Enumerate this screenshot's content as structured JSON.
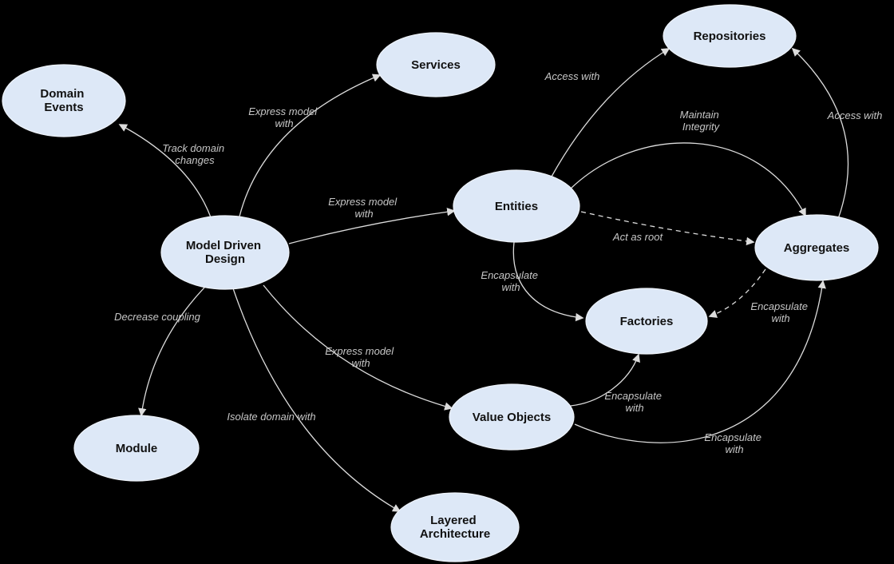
{
  "colors": {
    "background": "#000000",
    "node_fill": "#dde8f7",
    "node_stroke": "#eef3fa",
    "node_text": "#111111",
    "edge_color": "#dcdcdc",
    "edge_label": "#c6c6c6"
  },
  "nodes": {
    "domain_events": {
      "label": "Domain Events",
      "lines": [
        "Domain",
        "Events"
      ]
    },
    "services": {
      "label": "Services",
      "lines": [
        "Services"
      ]
    },
    "repositories": {
      "label": "Repositories",
      "lines": [
        "Repositories"
      ]
    },
    "entities": {
      "label": "Entities",
      "lines": [
        "Entities"
      ]
    },
    "model_driven_design": {
      "label": "Model Driven Design",
      "lines": [
        "Model Driven",
        "Design"
      ]
    },
    "aggregates": {
      "label": "Aggregates",
      "lines": [
        "Aggregates"
      ]
    },
    "factories": {
      "label": "Factories",
      "lines": [
        "Factories"
      ]
    },
    "module": {
      "label": "Module",
      "lines": [
        "Module"
      ]
    },
    "value_objects": {
      "label": "Value Objects",
      "lines": [
        "Value Objects"
      ]
    },
    "layered_architecture": {
      "label": "Layered Architecture",
      "lines": [
        "Layered",
        "Architecture"
      ]
    }
  },
  "edges": {
    "track_domain_changes": {
      "from": "Model Driven Design",
      "to": "Domain Events",
      "label": "Track domain changes",
      "lines": [
        "Track domain",
        "changes"
      ],
      "style": "solid"
    },
    "express_model_services": {
      "from": "Model Driven Design",
      "to": "Services",
      "label": "Express model with",
      "lines": [
        "Express model",
        "with"
      ],
      "style": "solid"
    },
    "express_model_entities": {
      "from": "Model Driven Design",
      "to": "Entities",
      "label": "Express model with",
      "lines": [
        "Express model",
        "with"
      ],
      "style": "solid"
    },
    "express_model_value_objects": {
      "from": "Model Driven Design",
      "to": "Value Objects",
      "label": "Express model with",
      "lines": [
        "Express model",
        "with"
      ],
      "style": "solid"
    },
    "decrease_coupling": {
      "from": "Model Driven Design",
      "to": "Module",
      "label": "Decrease coupling",
      "lines": [
        "Decrease coupling"
      ],
      "style": "solid"
    },
    "isolate_domain": {
      "from": "Model Driven Design",
      "to": "Layered Architecture",
      "label": "Isolate domain with",
      "lines": [
        "Isolate domain with"
      ],
      "style": "solid"
    },
    "access_with_entities": {
      "from": "Entities",
      "to": "Repositories",
      "label": "Access with",
      "lines": [
        "Access with"
      ],
      "style": "solid"
    },
    "maintain_integrity": {
      "from": "Entities",
      "to": "Aggregates",
      "label": "Maintain Integrity",
      "lines": [
        "Maintain",
        "Integrity"
      ],
      "style": "solid"
    },
    "access_with_aggregates": {
      "from": "Aggregates",
      "to": "Repositories",
      "label": "Access with",
      "lines": [
        "Access with"
      ],
      "style": "solid"
    },
    "act_as_root": {
      "from": "Entities",
      "to": "Aggregates",
      "label": "Act as root",
      "lines": [
        "Act as root"
      ],
      "style": "dashed"
    },
    "encapsulate_entities_factories": {
      "from": "Entities",
      "to": "Factories",
      "label": "Encapsulate with",
      "lines": [
        "Encapsulate",
        "with"
      ],
      "style": "solid"
    },
    "encapsulate_aggregates_factories": {
      "from": "Aggregates",
      "to": "Factories",
      "label": "Encapsulate with",
      "lines": [
        "Encapsulate",
        "with"
      ],
      "style": "dashed"
    },
    "encapsulate_value_objects_factories": {
      "from": "Value Objects",
      "to": "Factories",
      "label": "Encapsulate with",
      "lines": [
        "Encapsulate",
        "with"
      ],
      "style": "solid"
    },
    "encapsulate_value_objects_aggregates": {
      "from": "Value Objects",
      "to": "Aggregates",
      "label": "Encapsulate with",
      "lines": [
        "Encapsulate",
        "with"
      ],
      "style": "solid"
    }
  }
}
